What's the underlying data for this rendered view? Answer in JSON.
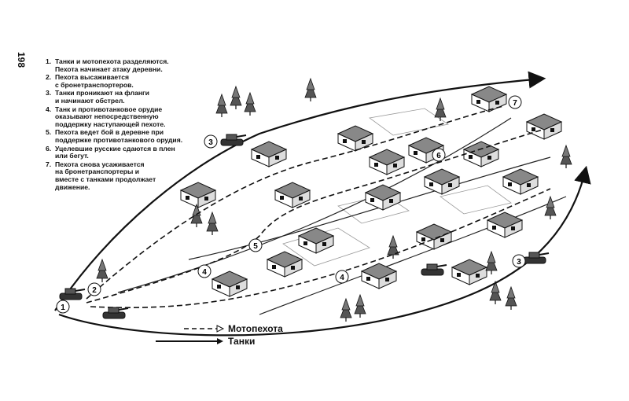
{
  "page_number": "198",
  "notes": [
    {
      "n": "1.",
      "text": "Танки и мотопехота разделяются.\nПехота начинает атаку деревни."
    },
    {
      "n": "2.",
      "text": "Пехота высаживается\nс бронетранспортеров."
    },
    {
      "n": "3.",
      "text": "Танки проникают на фланги\nи начинают обстрел."
    },
    {
      "n": "4.",
      "text": "Танк и противотанковое орудие\nоказывают непосредственную\nподдержку наступающей пехоте."
    },
    {
      "n": "5.",
      "text": "Пехота ведет бой в деревне при\nподдержке противотанкового орудия."
    },
    {
      "n": "6.",
      "text": "Уцелевшие русские сдаются в плен\nили бегут."
    },
    {
      "n": "7.",
      "text": "Пехота снова усаживается\nна бронетранспортеры и\nвместе с танками продолжает\nдвижение."
    }
  ],
  "markers": [
    "1",
    "2",
    "3",
    "3",
    "4",
    "4",
    "5",
    "6",
    "7"
  ],
  "legend": {
    "infantry": "Мотопехота",
    "tanks": "Танки"
  }
}
